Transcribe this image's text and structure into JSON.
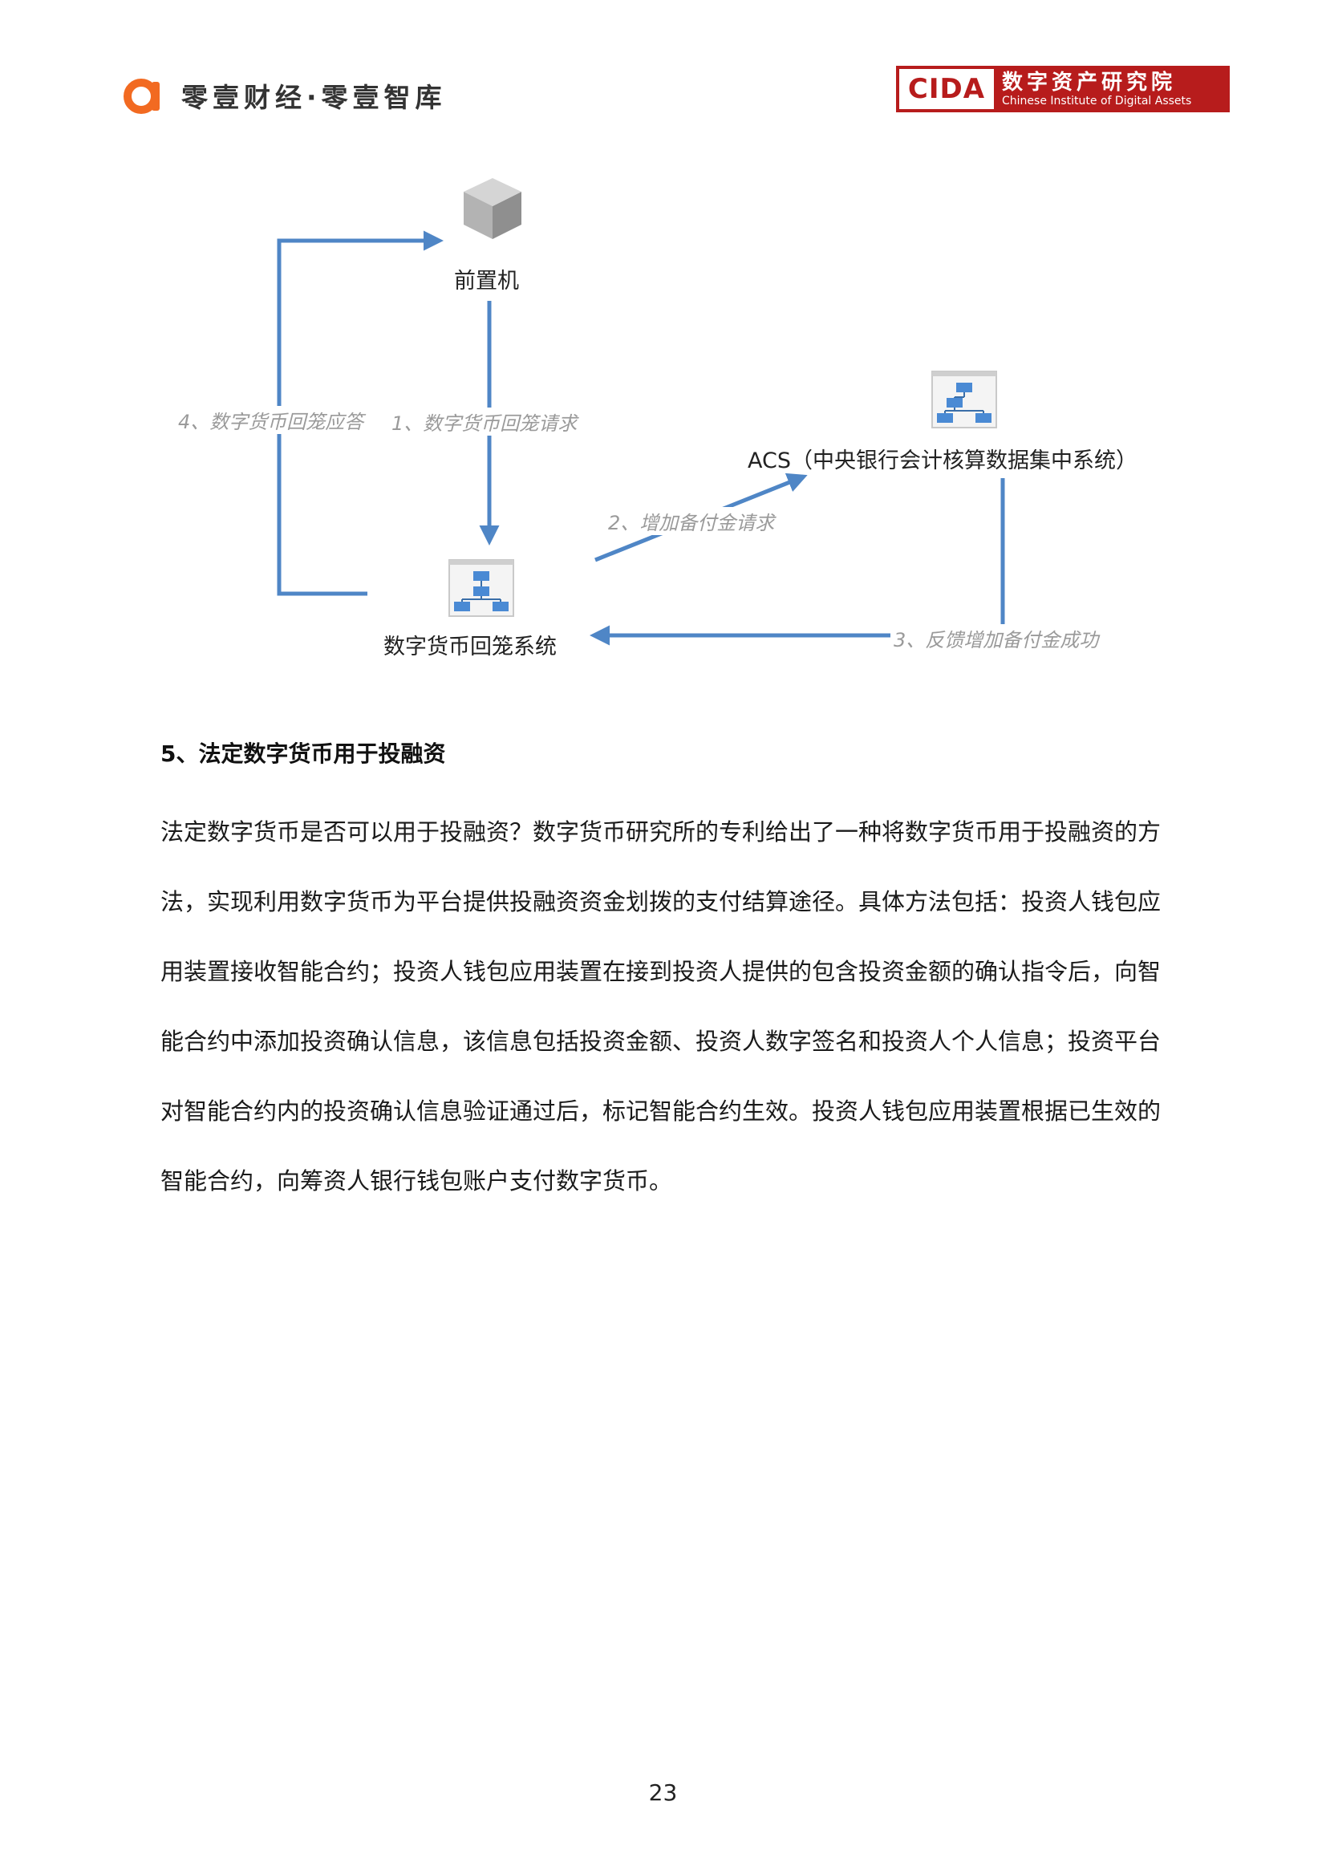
{
  "header": {
    "brand": "零壹财经·零壹智库",
    "cida_logo": "CIDA",
    "cida_name_cn": "数字资产研究院",
    "cida_name_en": "Chinese Institute of Digital Assets",
    "brand_color": "#f26a21",
    "cida_color": "#b71c1c"
  },
  "diagram": {
    "nodes": {
      "front_machine": "前置机",
      "acs": "ACS（中央银行会计核算数据集中系统）",
      "return_system": "数字货币回笼系统"
    },
    "edges": {
      "step1": "1、数字货币回笼请求",
      "step2": "2、增加备付金请求",
      "step3": "3、反馈增加备付金成功",
      "step4": "4、数字货币回笼应答"
    },
    "arrow_color": "#4f86c6"
  },
  "section": {
    "heading": "5、法定数字货币用于投融资",
    "lines": [
      "法定数字货币是否可以用于投融资？数字货币研究所的专利给出了一种将数字货币用于投融资的方",
      "法，实现利用数字货币为平台提供投融资资金划拨的支付结算途径。具体方法包括：投资人钱包应",
      "用装置接收智能合约；投资人钱包应用装置在接到投资人提供的包含投资金额的确认指令后，向智",
      "能合约中添加投资确认信息，该信息包括投资金额、投资人数字签名和投资人个人信息；投资平台",
      "对智能合约内的投资确认信息验证通过后，标记智能合约生效。投资人钱包应用装置根据已生效的",
      "智能合约，向筹资人银行钱包账户支付数字货币。"
    ]
  },
  "page_number": "23"
}
